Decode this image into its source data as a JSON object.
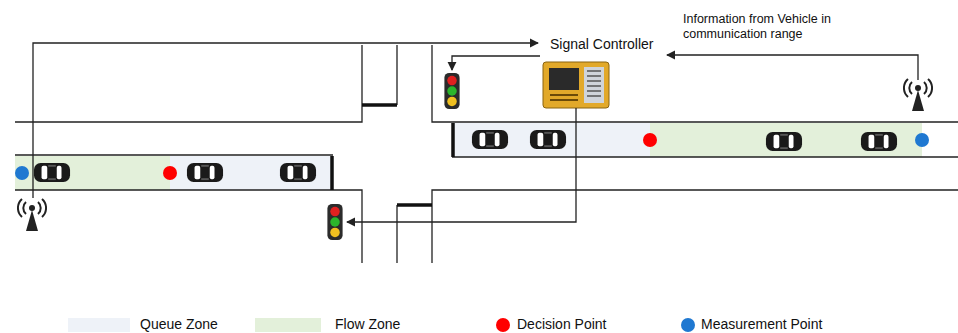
{
  "diagram": {
    "nodes": [
      {
        "text": [
          "Signal Controller"
        ]
      }
    ],
    "labels": [
      "Information from Vehicle in communication range"
    ],
    "legend": [
      {
        "text": "Queue Zone",
        "color": "#eef2f8"
      },
      {
        "text": "Flow Zone",
        "color": "#e3f0da"
      },
      {
        "text": "Decision Point",
        "color": "#ff0000"
      },
      {
        "text": "Measurement Point",
        "color": "#1f78d1"
      }
    ]
  }
}
